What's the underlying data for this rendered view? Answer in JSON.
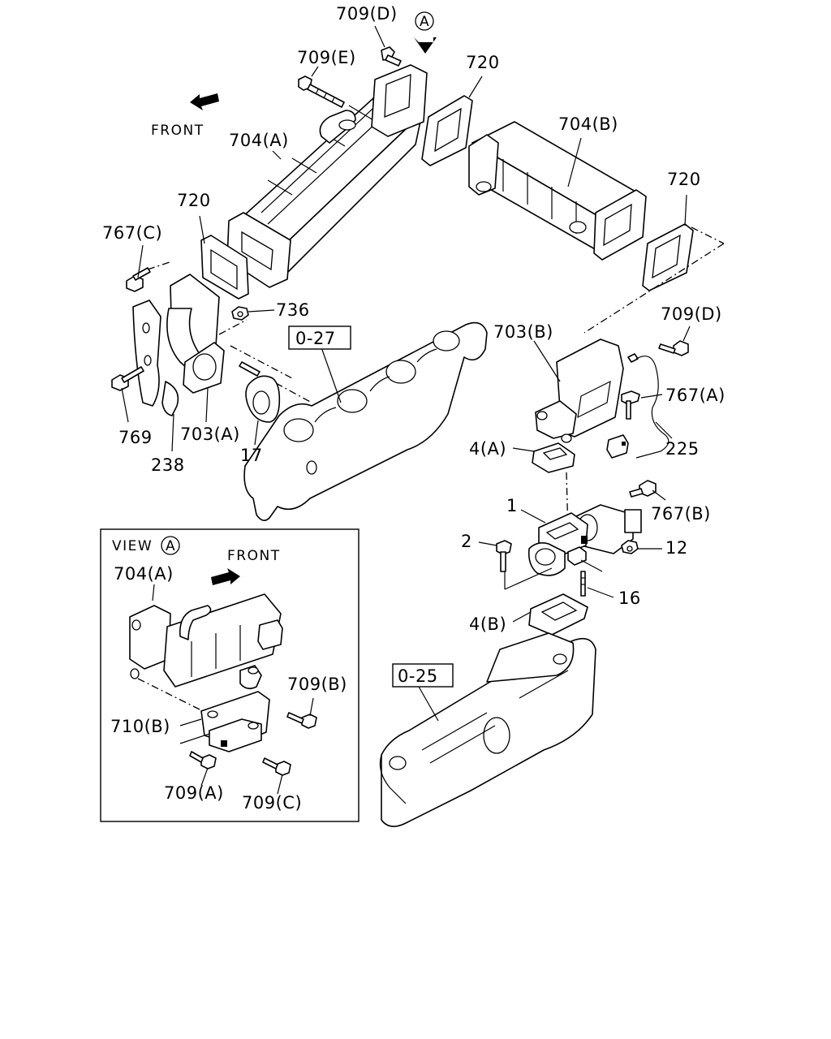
{
  "labels": {
    "p709D_top": "709(D)",
    "viewA_marker": "A",
    "p709E": "709(E)",
    "p720_top": "720",
    "front_top": "FRONT",
    "p704A": "704(A)",
    "p704B": "704(B)",
    "p720_right": "720",
    "p720_left": "720",
    "p767C": "767(C)",
    "p736": "736",
    "ref_027": "0-27",
    "p709D_right": "709(D)",
    "p703B": "703(B)",
    "p767A": "767(A)",
    "p769": "769",
    "p703A": "703(A)",
    "p225": "225",
    "p238": "238",
    "p17": "17",
    "p4A": "4(A)",
    "p1": "1",
    "p767B": "767(B)",
    "p2": "2",
    "p12": "12",
    "p16": "16",
    "p4B": "4(B)",
    "ref_025": "0-25"
  },
  "inset": {
    "title": "VIEW",
    "title_marker": "A",
    "front": "FRONT",
    "p704A": "704(A)",
    "p709B": "709(B)",
    "p710B": "710(B)",
    "p709A": "709(A)",
    "p709C": "709(C)"
  }
}
